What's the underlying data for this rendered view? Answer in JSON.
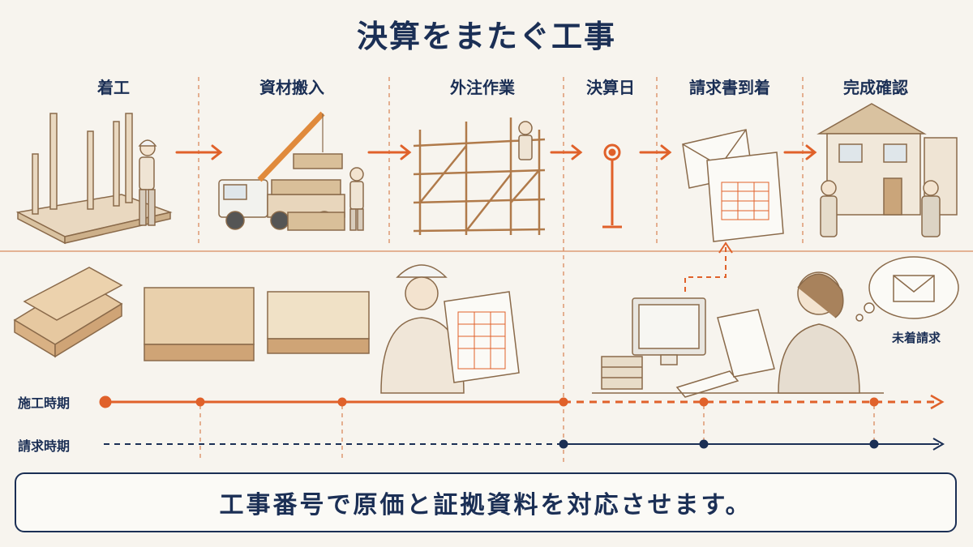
{
  "title": "決算をまたぐ工事",
  "stages": [
    "着工",
    "資材搬入",
    "外注作業",
    "決算日",
    "請求書到着",
    "完成確認"
  ],
  "timeline": {
    "construction_label": "施工時期",
    "billing_label": "請求時期"
  },
  "pending_invoice_label": "未着請求",
  "footer_message": "工事番号で原価と証拠資料を対応させます。",
  "colors": {
    "accent": "#e0612a",
    "navy": "#1b2f55",
    "sketch": "#8a6a4a",
    "background": "#f7f4ee"
  }
}
